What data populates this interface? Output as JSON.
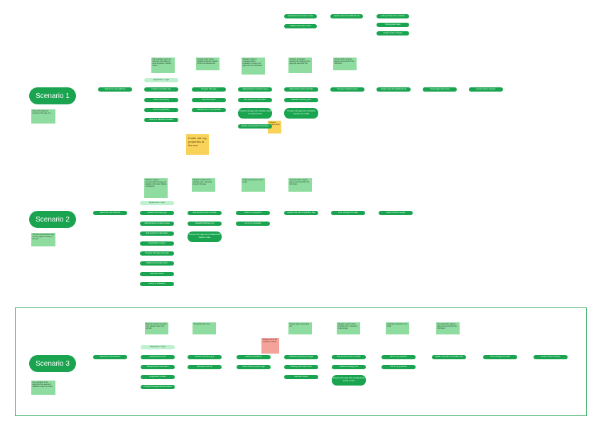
{
  "scenarios": [
    {
      "id": "s1",
      "label": "Scenario 1"
    },
    {
      "id": "s2",
      "label": "Scenario 2"
    },
    {
      "id": "s3",
      "label": "Scenario 3"
    }
  ],
  "colors": {
    "green": "#1aa450",
    "light_green": "#bff0cf",
    "note_green": "#8fdca0",
    "yellow": "#f9d25a",
    "pink": "#f4a39a",
    "frame": "#41b06b"
  },
  "flows": {
    "s1": {
      "note": "Starts with profile and property on the page. It is ...",
      "steps": [
        "Search for exact address",
        "Registration / Login",
        "Indicate ownership type",
        "Add a unit property",
        "Go to my properties",
        "History of valuations updated",
        "Property info page",
        "Map with visitors",
        "Valuation list of my properties",
        "Add apartment number to area",
        "Edit apartment information",
        "Property info page with valuation based on apartment info",
        "Update of expectation information",
        "Add purchase price and date",
        "Estimate of ending price",
        "Property info page with unrealised valuation as of date",
        "Property valuation review",
        "Update map with additional info",
        "Visual trigger this street",
        "Graph of price changes",
        "Add apartment number to area",
        "Building information block",
        "Update map with additional info",
        "Add purchase price and date",
        "Pricing/graph table",
        "Graph of price changes"
      ],
      "comments": [
        "Only registered users can edit some information on these properties. Ordering shown ...",
        "Properties start having valuations based on manual info and the selected unit",
        "Valuation version is presented without registration. Property info page with more information ...",
        "Add price to valuation selection for mapping on the page with other offer info",
        "Add and further property pages connected with more info blocks",
        "Profile with my properties at the end",
        "Unique at valuation delay"
      ]
    },
    "s2": {
      "note": "The client receives their share property page and history of price go",
      "steps": [
        "Search for exact address",
        "Registration / Login",
        "Indicate ownership type",
        "Add apartment number to area",
        "Edit apartment information",
        "Registration contact",
        "Property info page post-login",
        "Building information block",
        "Map with visitors",
        "History of valuations",
        "Add purchase price and date",
        "Valuation/building price",
        "Property info page with unrealised last based on date",
        "Add to my properties",
        "List of my properties",
        "Update map with comparable data",
        "Price changes this table",
        "Graph of price changes"
      ],
      "comments": [
        "Valuation version is presented with info page and valuation information. Display of valuations",
        "Valuation version is both purchase price, calculated property info page",
        "Finishing of properties to the profile",
        "View and further property pages connected with more info blocks"
      ]
    },
    "s3": {
      "note": "Gives valuation to the beginning, then access to valuation in return for email ...",
      "steps": [
        "Search for exact address",
        "Registration / Login",
        "Add apartment area",
        "Add apartment information",
        "Registration contact",
        "Property info page with last values",
        "Indicate ownership type",
        "Edit apartment info",
        "History of valuations",
        "Notice link to property page",
        "Add/select property info page",
        "Building information block",
        "Map with visitors",
        "Add purchase price and date",
        "Valuation building price",
        "Property info page with unrealised last based on date",
        "Add to my properties",
        "List of my properties",
        "Update map with comparable data",
        "Price changes this table",
        "Graph of price changes"
      ],
      "comments": [
        "Basic form shows ownership type, valuation given only and info",
        "Ownership info is done",
        "Changes to fit to the contract for interest",
        "Property pages show same info",
        "Valuation version is both purchase price, calculated property page",
        "Finishing of properties to the profile",
        "View and further property pages connected with more info blocks"
      ]
    }
  }
}
